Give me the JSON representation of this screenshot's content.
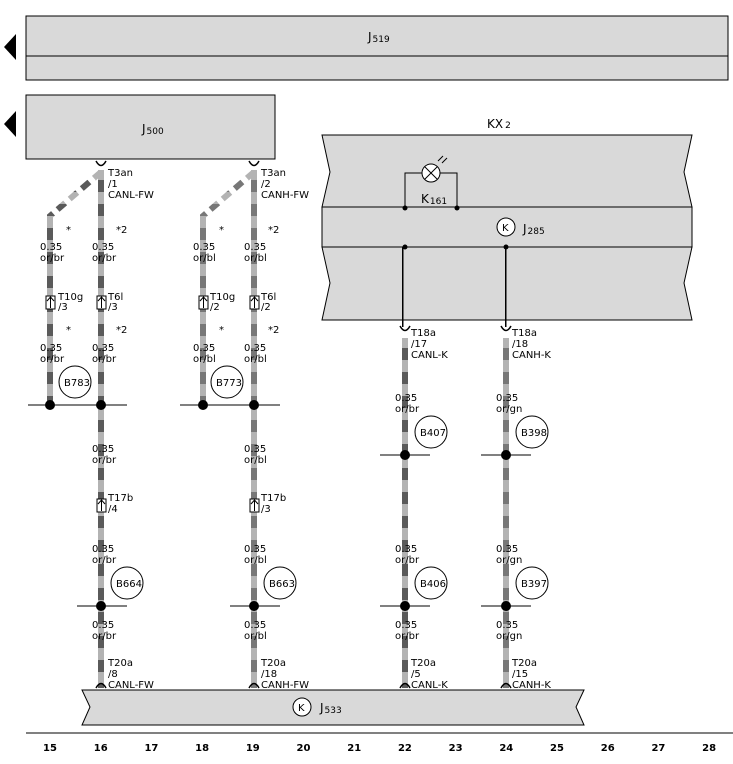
{
  "components": {
    "j519": {
      "name": "J",
      "sub": "519"
    },
    "j500": {
      "name": "J",
      "sub": "500"
    },
    "kx2": {
      "name": "KX",
      "sub": "2"
    },
    "k161": {
      "name": "K",
      "sub": "161"
    },
    "j285": {
      "badge": "K",
      "name": "J",
      "sub": "285"
    },
    "j533": {
      "badge": "K",
      "name": "J",
      "sub": "533"
    }
  },
  "pins": {
    "t3an_1": [
      "T3an",
      "/1",
      "CANL-FW"
    ],
    "t3an_2": [
      "T3an",
      "/2",
      "CANH-FW"
    ],
    "t18a_17": [
      "T18a",
      "/17",
      "CANL-K"
    ],
    "t18a_18": [
      "T18a",
      "/18",
      "CANH-K"
    ],
    "t20a_8": [
      "T20a",
      "/8",
      "CANL-FW"
    ],
    "t20a_18": [
      "T20a",
      "/18",
      "CANH-FW"
    ],
    "t20a_5": [
      "T20a",
      "/5",
      "CANL-K"
    ],
    "t20a_15": [
      "T20a",
      "/15",
      "CANH-K"
    ]
  },
  "connectors": {
    "t10g_3": [
      "T10g",
      "/3"
    ],
    "t6l_3": [
      "T6l",
      "/3"
    ],
    "t10g_2": [
      "T10g",
      "/2"
    ],
    "t6l_2": [
      "T6l",
      "/2"
    ],
    "t17b_4": [
      "T17b",
      "/4"
    ],
    "t17b_3": [
      "T17b",
      "/3"
    ]
  },
  "wires": {
    "or_br": [
      "0.35",
      "or/br"
    ],
    "or_bl": [
      "0.35",
      "or/bl"
    ],
    "or_gn": [
      "0.35",
      "or/gn"
    ]
  },
  "marks": {
    "star": "*",
    "star2": "*2"
  },
  "splices": {
    "b783": "B783",
    "b773": "B773",
    "b407": "B407",
    "b398": "B398",
    "b664": "B664",
    "b663": "B663",
    "b406": "B406",
    "b397": "B397"
  },
  "columns": [
    "15",
    "16",
    "17",
    "18",
    "19",
    "20",
    "21",
    "22",
    "23",
    "24",
    "25",
    "26",
    "27",
    "28"
  ]
}
